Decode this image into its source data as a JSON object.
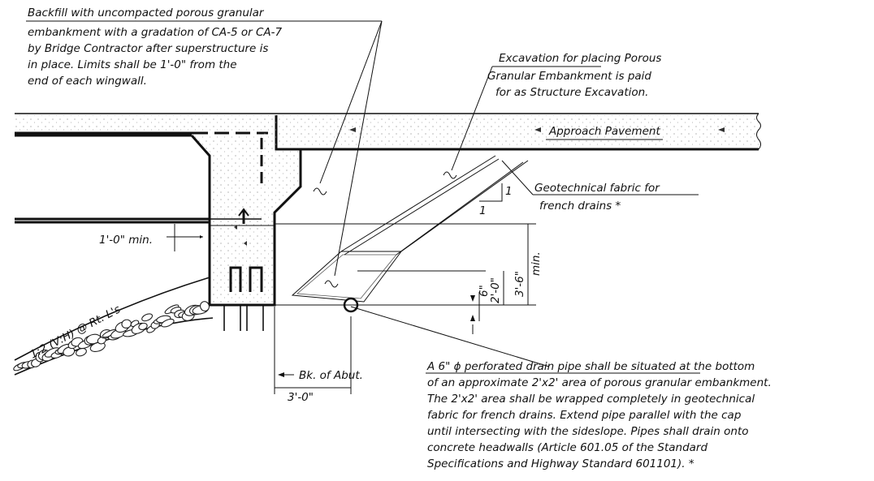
{
  "notes": {
    "backfill": [
      "Backfill with uncompacted porous granular",
      "embankment with a gradation of CA-5 or CA-7",
      "by Bridge Contractor after superstructure is",
      "in place.  Limits shall be 1'-0\" from the",
      "end of each wingwall."
    ],
    "excavation": [
      "Excavation for placing Porous",
      "Granular Embankment is paid",
      "for as Structure Excavation."
    ],
    "geotech": [
      "Geotechnical fabric for",
      "french drains *"
    ],
    "drain": [
      "A 6\" ϕ perforated drain pipe shall be situated at the bottom",
      "of an approximate 2'x2' area of porous granular embankment.",
      "The 2'x2' area shall be wrapped completely in geotechnical",
      "fabric for french drains.  Extend pipe parallel with the cap",
      "until intersecting with the sideslope.  Pipes shall drain onto",
      "concrete headwalls (Article 601.05 of the Standard",
      "Specifications and Highway Standard 601101). *"
    ]
  },
  "labels": {
    "approach_pavement": "Approach Pavement",
    "slope_ratio": "1:2 (V:H) @ Rt. L's",
    "back_of_abut": "Bk. of Abut.",
    "slope_rise": "1",
    "slope_run": "1"
  },
  "dimensions": {
    "one_foot_min": "1'-0\" min.",
    "six_inch": "6\"",
    "two_foot": "2'-0\"",
    "three_six": "3'-6\"",
    "min": "min.",
    "three_foot": "3'-0\""
  }
}
